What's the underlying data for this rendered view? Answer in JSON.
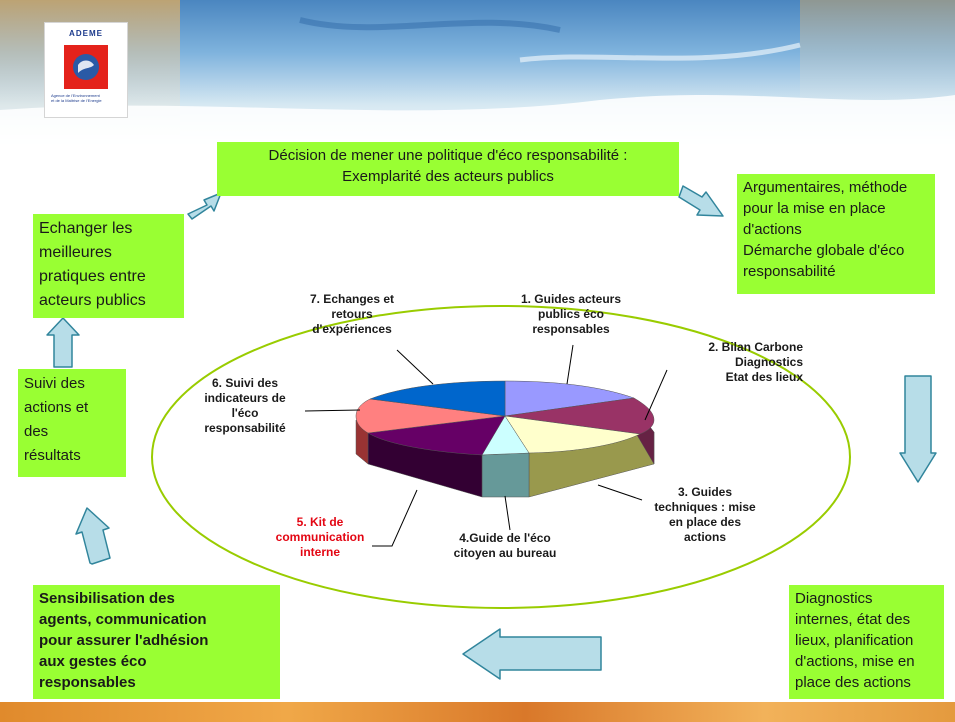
{
  "logo": {
    "brand": "ADEME",
    "tagline_1": "Agence de l'Environnement",
    "tagline_2": "et de la Maîtrise de l'Energie"
  },
  "boxes": {
    "top": {
      "line1": "Décision de mener une politique d'éco responsabilité :",
      "line2": "Exemplarité des acteurs publics"
    },
    "right_top": {
      "line1": "Argumentaires, méthode",
      "line2": "pour la mise en place",
      "line3": "d'actions",
      "line4": "Démarche globale d'éco",
      "line5": "responsabilité"
    },
    "right_bottom": {
      "line1": "Diagnostics",
      "line2": "internes, état des",
      "line3": "lieux, planification",
      "line4": "d'actions, mise en",
      "line5": "place des actions"
    },
    "bottom_left": {
      "line1": "Sensibilisation des",
      "line2": "agents, communication",
      "line3": "pour assurer l'adhésion",
      "line4": "aux gestes éco",
      "line5": "responsables"
    },
    "left_mid": {
      "line1": "Suivi des",
      "line2": "actions et",
      "line3": "des",
      "line4": "résultats"
    },
    "left_top": {
      "line1": "Echanger les",
      "line2": "meilleures",
      "line3": "pratiques entre",
      "line4": "acteurs publics"
    }
  },
  "pie_labels": {
    "l1": {
      "a": "1. Guides acteurs",
      "b": "publics éco",
      "c": "responsables"
    },
    "l2": {
      "a": "2. Bilan Carbone",
      "b": "Diagnostics",
      "c": "Etat des lieux"
    },
    "l3": {
      "a": "3. Guides",
      "b": "techniques : mise",
      "c": "en place des",
      "d": "actions"
    },
    "l4": {
      "a": "4.Guide de l'éco",
      "b": "citoyen au bureau"
    },
    "l5": {
      "a": "5. Kit de",
      "b": "communication",
      "c": "interne"
    },
    "l6": {
      "a": "6. Suivi des",
      "b": "indicateurs de",
      "c": "l'éco",
      "d": "responsabilité"
    },
    "l7": {
      "a": "7. Echanges et",
      "b": "retours",
      "c": "d'expériences"
    }
  },
  "chart_data": {
    "type": "pie",
    "three_d": true,
    "slices": [
      {
        "label": "1. Guides acteurs publics éco responsables",
        "value": 1,
        "color": "#9999ff"
      },
      {
        "label": "2. Bilan Carbone Diagnostics Etat des lieux",
        "value": 1,
        "color": "#993366"
      },
      {
        "label": "3. Guides techniques : mise en place des actions",
        "value": 1,
        "color": "#ffffcc"
      },
      {
        "label": "4.Guide de l'éco citoyen au bureau",
        "value": 0.5,
        "color": "#ccffff"
      },
      {
        "label": "5. Kit de communication interne",
        "value": 1,
        "color": "#660066"
      },
      {
        "label": "6. Suivi des indicateurs de l'éco responsabilité",
        "value": 0.75,
        "color": "#ff8080"
      },
      {
        "label": "7. Echanges et retours d'expériences",
        "value": 1,
        "color": "#0066cc"
      }
    ],
    "highlighted_label": "5. Kit de communication interne"
  },
  "colors": {
    "box_fill": "#99ff33",
    "arrow_fill": "#b7dde8",
    "arrow_stroke": "#31859c",
    "ellipse_stroke": "#99cc00",
    "highlight_text": "#e30613"
  }
}
